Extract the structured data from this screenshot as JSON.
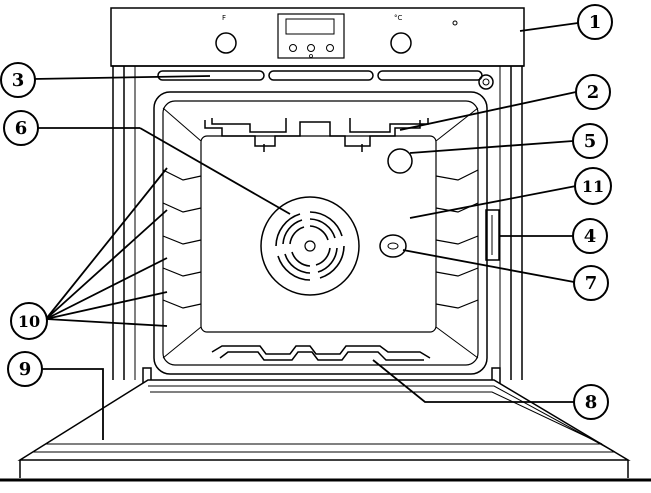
{
  "panel": {
    "left_knob_symbol": "F",
    "right_knob_symbol": "°C"
  },
  "callouts": [
    {
      "id": "c1",
      "label": "1"
    },
    {
      "id": "c2",
      "label": "2"
    },
    {
      "id": "c3",
      "label": "3"
    },
    {
      "id": "c4",
      "label": "4"
    },
    {
      "id": "c5",
      "label": "5"
    },
    {
      "id": "c6",
      "label": "6"
    },
    {
      "id": "c7",
      "label": "7"
    },
    {
      "id": "c8",
      "label": "8"
    },
    {
      "id": "c9",
      "label": "9"
    },
    {
      "id": "c10",
      "label": "10"
    },
    {
      "id": "c11",
      "label": "11"
    }
  ]
}
